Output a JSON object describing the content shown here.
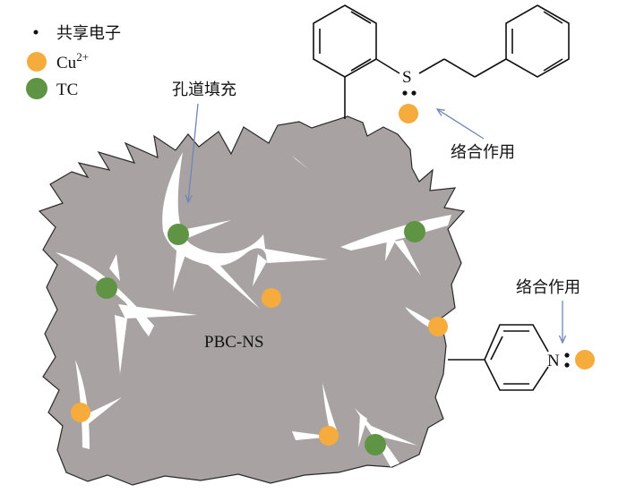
{
  "legend": {
    "shared_electron": "共享电子",
    "cu_ion": "Cu",
    "cu_charge": "2+",
    "tc": "TC"
  },
  "labels": {
    "pore_filling": "孔道填充",
    "coordination_top": "络合作用",
    "coordination_right": "络合作用",
    "material": "PBC-NS",
    "sulfur": "S",
    "nitrogen": "N"
  },
  "colors": {
    "particle": "#a8a3a2",
    "particle_stroke": "#2a2a2a",
    "crack": "#ffffff",
    "cu": "#f6ac3c",
    "tc": "#5e9444",
    "arrow": "#6f86b8",
    "bond": "#111111"
  }
}
